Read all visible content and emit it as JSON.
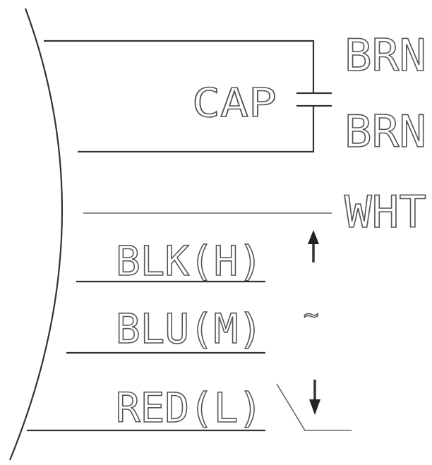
{
  "labels": {
    "cap": "CAP",
    "brn_top": "BRN",
    "brn_bottom": "BRN",
    "wht": "WHT",
    "blk": "BLK(H)",
    "blu": "BLU(M)",
    "red": "RED(L)",
    "tilde": "~"
  },
  "colors": {
    "line": "#333333",
    "text_stroke": "#555555",
    "background": "#ffffff"
  },
  "icons": {
    "up": "arrow-up-icon",
    "down": "arrow-down-icon",
    "capacitor": "capacitor-symbol"
  }
}
